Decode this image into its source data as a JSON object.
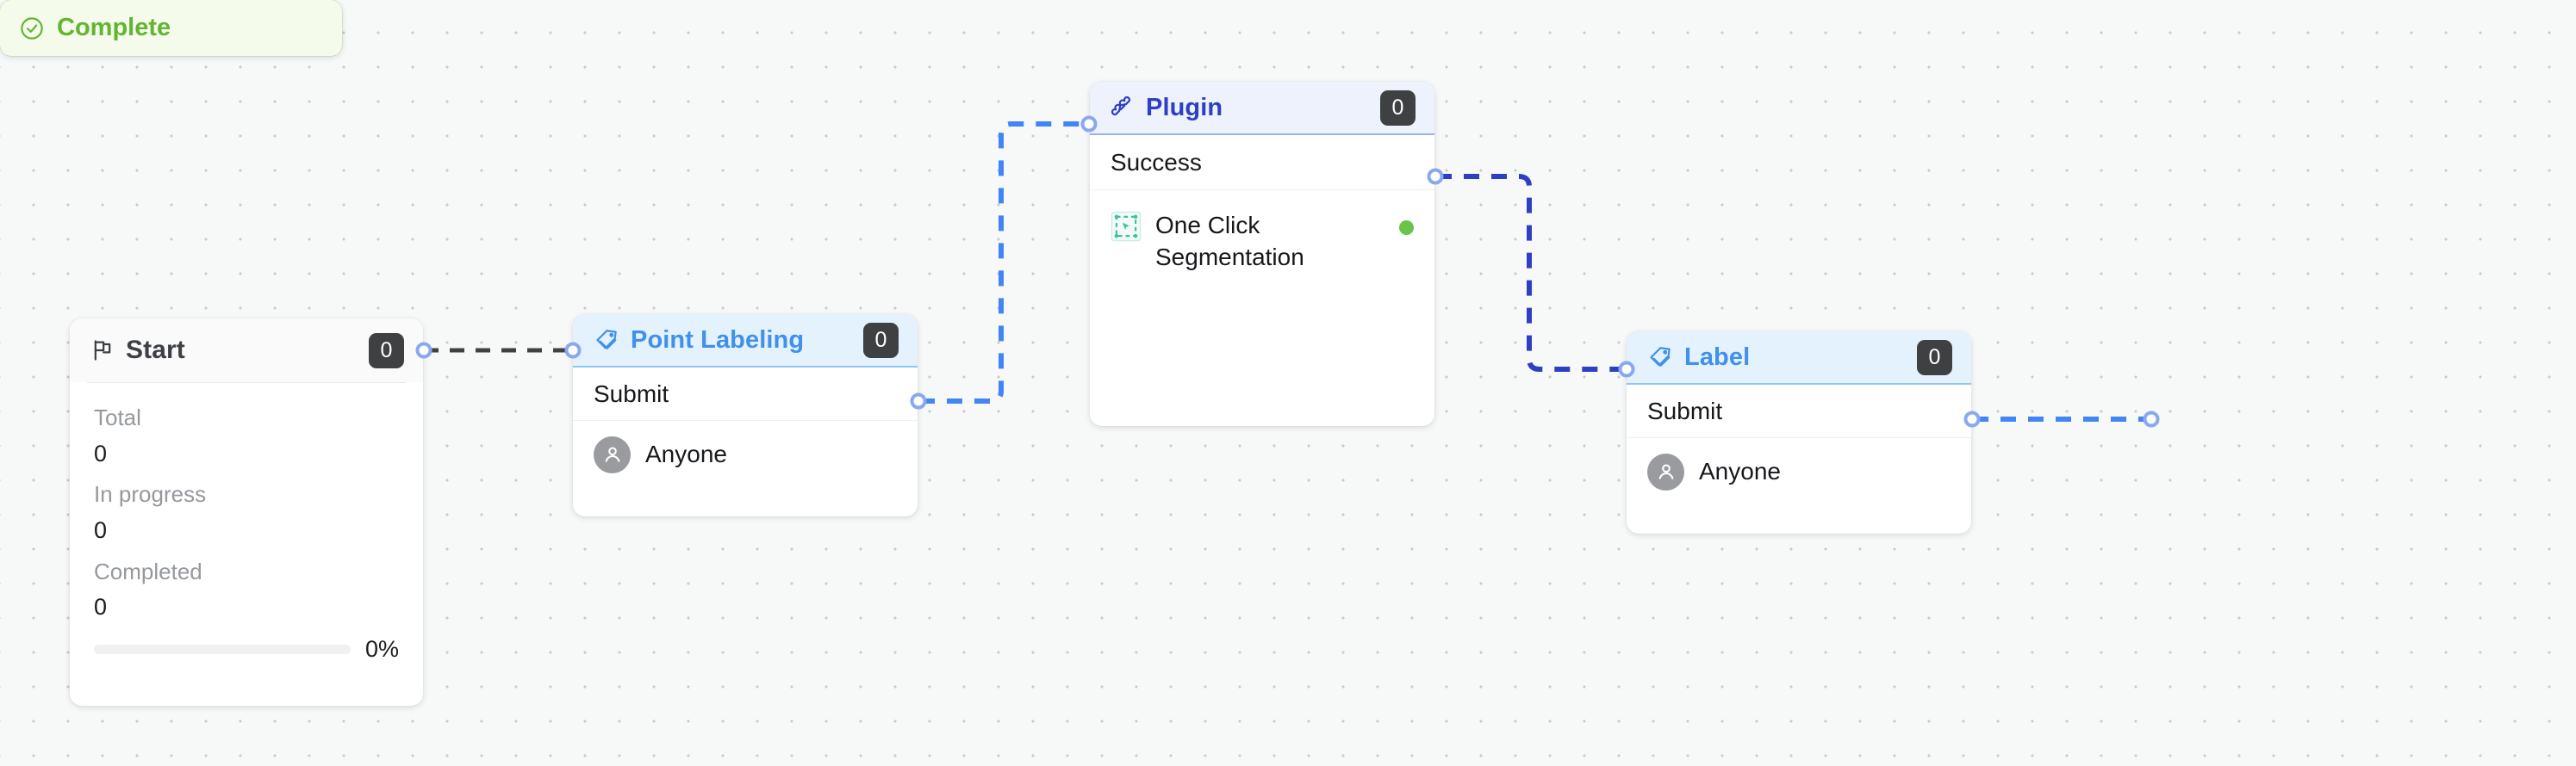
{
  "canvas": {
    "background_color": "#f7f8f8",
    "grid": "dot-grid"
  },
  "nodes": {
    "start": {
      "title": "Start",
      "icon": "flag-icon",
      "badge": "0",
      "stats": [
        {
          "label": "Total",
          "value": "0"
        },
        {
          "label": "In progress",
          "value": "0"
        },
        {
          "label": "Completed",
          "value": "0"
        }
      ],
      "progress": {
        "percent_label": "0%",
        "percent_value": 0
      }
    },
    "point_labeling": {
      "title": "Point Labeling",
      "icon": "tag-check-icon",
      "badge": "0",
      "action": "Submit",
      "assignee": "Anyone",
      "accent_color": "#4190ec"
    },
    "plugin": {
      "title": "Plugin",
      "icon": "plug-icon",
      "badge": "0",
      "status": "Success",
      "item": {
        "name": "One Click Segmentation",
        "icon": "selection-box-icon",
        "status_dot_color": "#6cc24a"
      },
      "accent_color": "#2f3fc4"
    },
    "label": {
      "title": "Label",
      "icon": "tag-check-icon",
      "badge": "0",
      "action": "Submit",
      "assignee": "Anyone",
      "accent_color": "#4190ec"
    },
    "complete": {
      "title": "Complete",
      "icon": "check-circle-icon",
      "accent_color": "#63b432",
      "background_color": "#f4fbeb"
    }
  },
  "edges": [
    {
      "name": "start-to-point-labeling",
      "from": "start",
      "to": "point_labeling",
      "style": "dashed",
      "color": "#3f4245"
    },
    {
      "name": "point-labeling-to-plugin",
      "from": "point_labeling",
      "to": "plugin",
      "style": "dashed",
      "color": "#4285f4"
    },
    {
      "name": "plugin-to-label",
      "from": "plugin",
      "to": "label",
      "style": "dashed",
      "color": "#2f3fc4"
    },
    {
      "name": "label-to-complete",
      "from": "label",
      "to": "complete",
      "style": "dashed",
      "color": "#4285f4"
    }
  ]
}
